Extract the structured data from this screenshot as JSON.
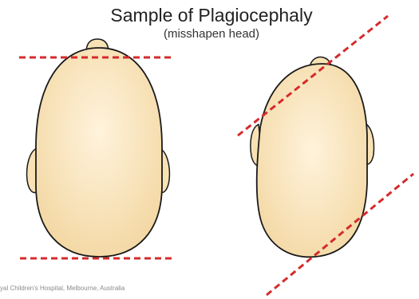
{
  "title": "Sample of Plagiocephaly",
  "subtitle": "(misshapen head)",
  "credit": "yal Children's Hospital, Melbourne, Australia",
  "colors": {
    "skin": "#f8e2b4",
    "skin_highlight": "#fff3dc",
    "outline": "#1a1a1a",
    "dashed_line": "#d42b2b"
  }
}
